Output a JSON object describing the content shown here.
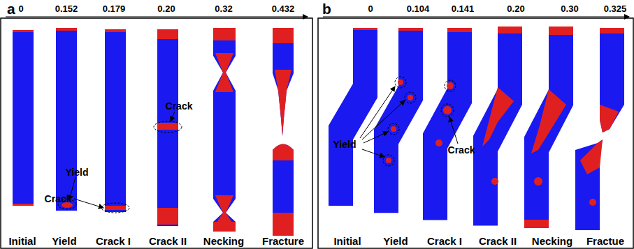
{
  "diagram": {
    "labels": [
      "a",
      "0",
      "0.152",
      "0.179",
      "0.20",
      "0.32",
      "0.432",
      "Yield",
      "Crack",
      "Crack",
      "Initial",
      "Yield",
      "Crack I",
      "Crack II",
      "Necking",
      "Fracture",
      "b",
      "0",
      "0.104",
      "0.141",
      "0.20",
      "0.30",
      "0.325",
      "Yield",
      "Crack",
      "Initial",
      "Yield",
      "Crack I",
      "Crack II",
      "Necking",
      "Fractue"
    ]
  }
}
